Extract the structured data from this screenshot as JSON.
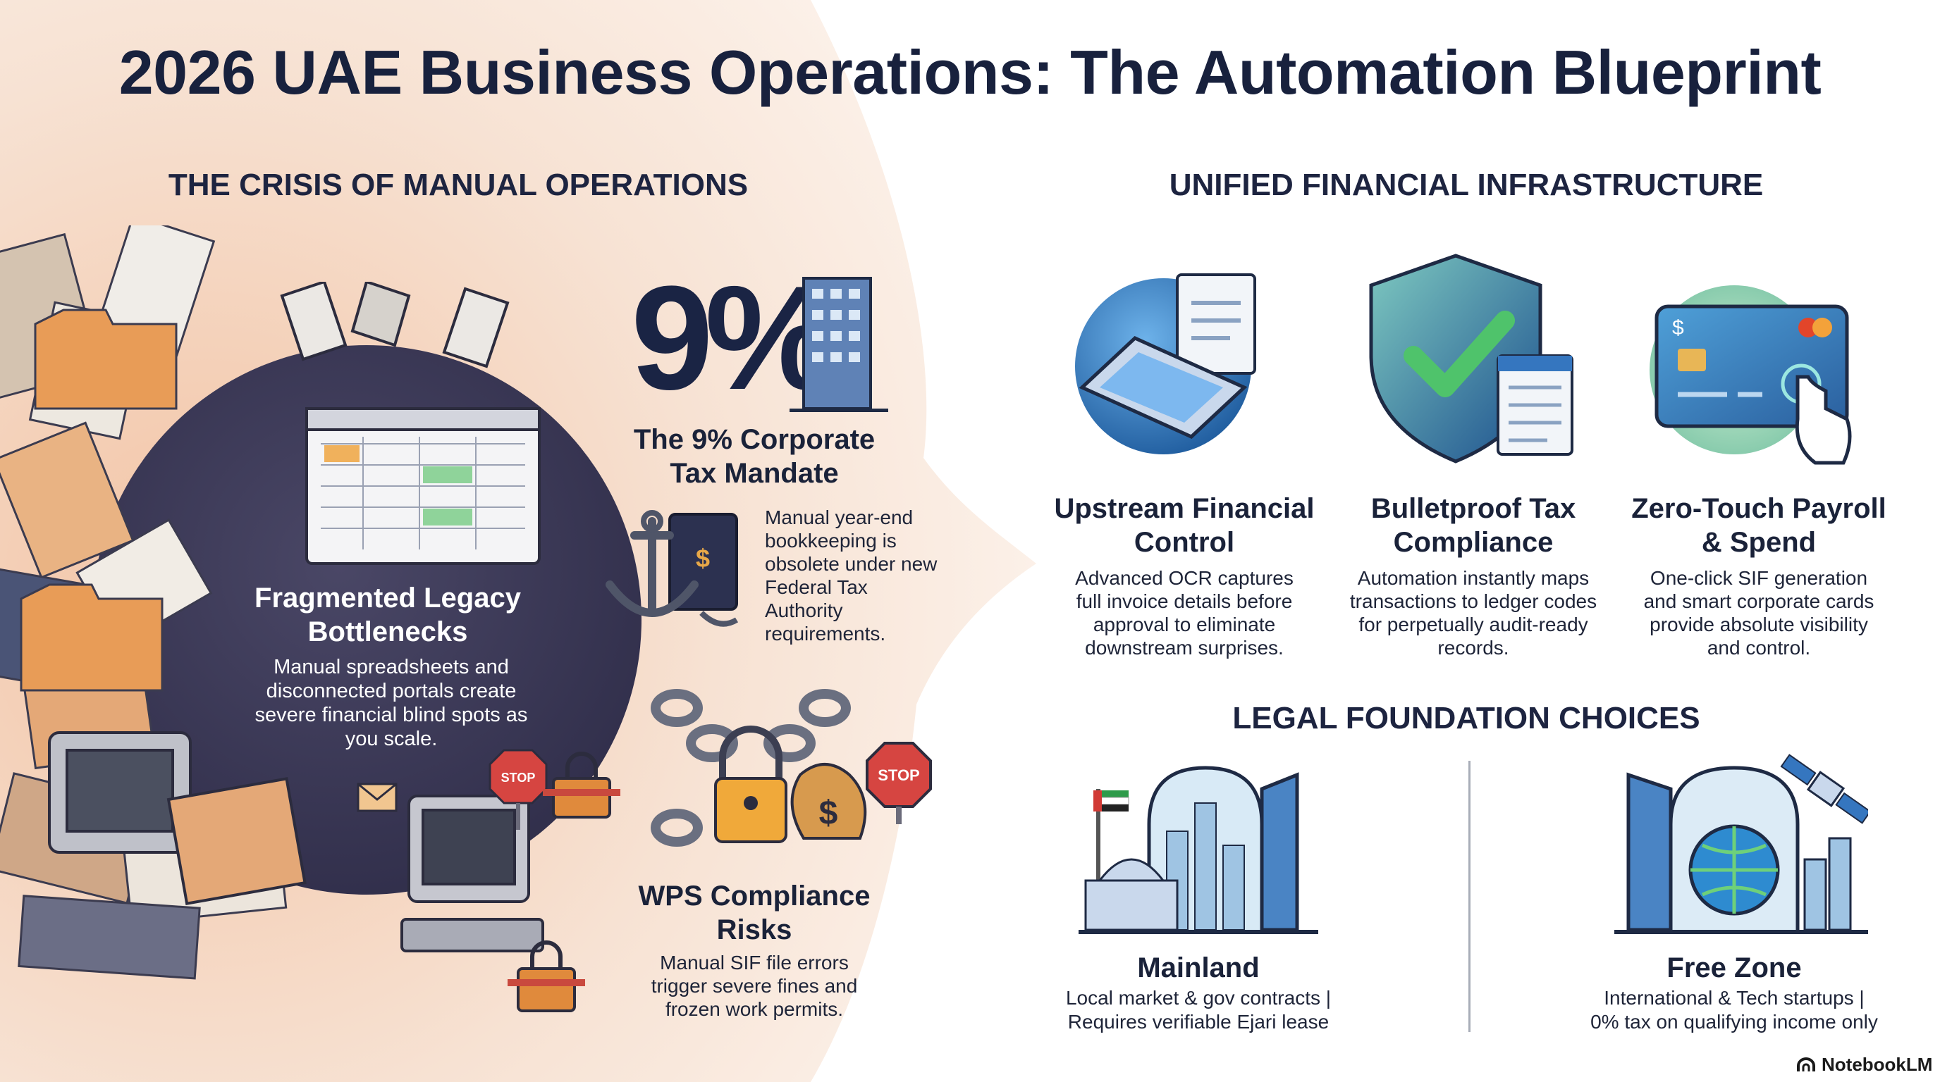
{
  "title": "2026 UAE Business Operations: The Automation Blueprint",
  "left": {
    "section_title": "THE CRISIS OF MANUAL OPERATIONS",
    "legacy": {
      "heading": "Fragmented Legacy Bottlenecks",
      "text": "Manual spreadsheets and disconnected portals create severe financial blind spots as you scale."
    },
    "tax": {
      "percent": "9%",
      "heading": "The 9% Corporate Tax Mandate",
      "text": "Manual year-end bookkeeping is obsolete under new Federal Tax Authority requirements."
    },
    "wps": {
      "heading": "WPS Compliance Risks",
      "text": "Manual SIF file errors trigger severe fines and frozen work permits."
    },
    "stop_sign_label": "STOP"
  },
  "right": {
    "section_title": "UNIFIED FINANCIAL INFRASTRUCTURE",
    "features": [
      {
        "heading": "Upstream Financial Control",
        "text": "Advanced OCR captures full invoice details before approval to eliminate downstream surprises."
      },
      {
        "heading": "Bulletproof Tax Compliance",
        "text": "Automation instantly maps transactions to ledger codes for perpetually audit-ready records."
      },
      {
        "heading": "Zero-Touch Payroll & Spend",
        "text": "One-click SIF generation and smart corporate cards provide absolute visibility and control."
      }
    ],
    "legal_title": "LEGAL FOUNDATION CHOICES",
    "legal": [
      {
        "heading": "Mainland",
        "line1": "Local market & gov contracts |",
        "line2": "Requires verifiable Ejari lease"
      },
      {
        "heading": "Free Zone",
        "line1": "International & Tech startups |",
        "line2": "0% tax on qualifying income only"
      }
    ]
  },
  "brand": "NotebookLM",
  "colors": {
    "navy": "#18213d",
    "dark_circle": "#3a3756",
    "accent_blue": "#2f78c4",
    "accent_green": "#3fae5a",
    "alert_red": "#d64541"
  }
}
